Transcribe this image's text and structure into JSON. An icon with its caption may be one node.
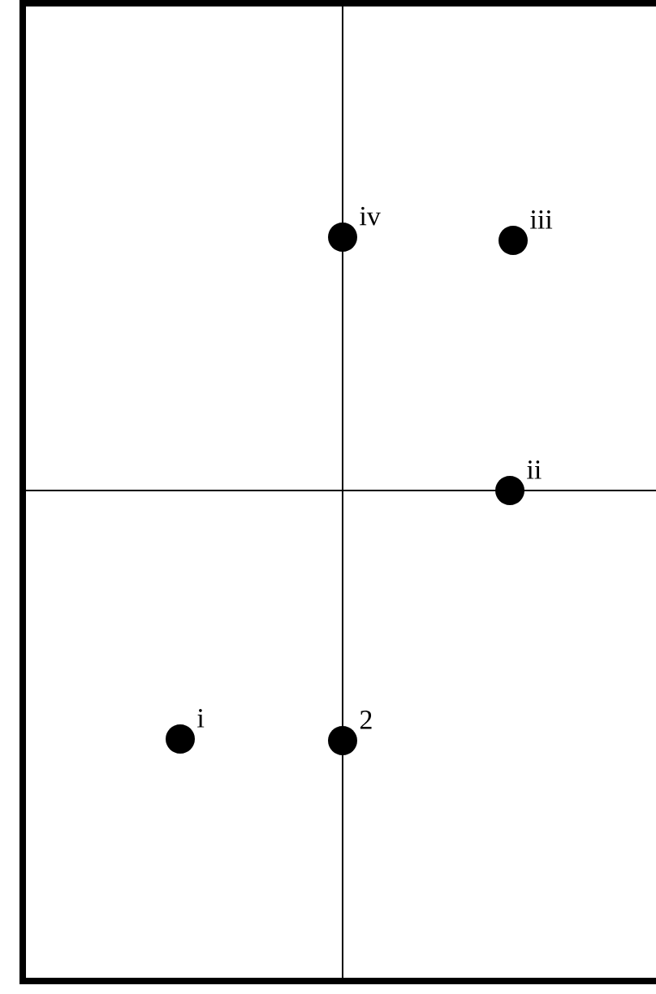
{
  "diagram": {
    "nodes": [
      {
        "text": [],
        "shape": "circle",
        "beside": [
          "iv"
        ]
      },
      {
        "text": [],
        "shape": "circle",
        "beside": [
          "iii"
        ]
      },
      {
        "text": [],
        "shape": "circle",
        "beside": [
          "ii"
        ]
      },
      {
        "text": [],
        "shape": "circle",
        "beside": [
          "i"
        ]
      },
      {
        "text": [],
        "shape": "circle",
        "beside": [
          "2"
        ]
      }
    ]
  }
}
